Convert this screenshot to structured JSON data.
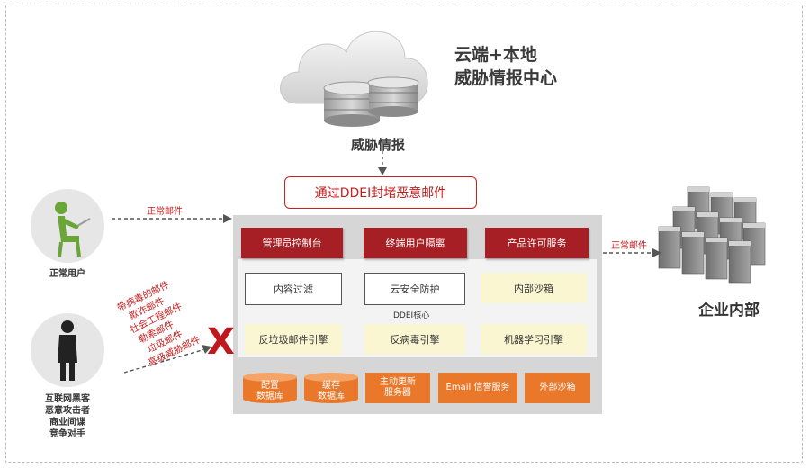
{
  "cloud": {
    "title_line1": "云端+本地",
    "title_line2": "威胁情报中心",
    "label": "威胁情报"
  },
  "block_banner": "通过DDEI封堵恶意邮件",
  "core": {
    "top_buttons": [
      "管理员控制台",
      "终端用户隔离",
      "产品许可服务"
    ],
    "row1": [
      "内容过滤",
      "云安全防护",
      "内部沙箱"
    ],
    "core_label": "DDEI核心",
    "row2": [
      "反垃圾邮件引擎",
      "反病毒引擎",
      "机器学习引擎"
    ],
    "databases": [
      {
        "line1": "配置",
        "line2": "数据库"
      },
      {
        "line1": "缓存",
        "line2": "数据库"
      }
    ],
    "services": [
      {
        "line1": "主动更新",
        "line2": "服务器"
      },
      {
        "line1": "Email 信誉服务",
        "line2": ""
      },
      {
        "line1": "外部沙箱",
        "line2": ""
      }
    ]
  },
  "normal_user": {
    "label": "正常用户",
    "mail_label": "正常邮件"
  },
  "attacker": {
    "labels": [
      "互联网黑客",
      "恶意攻击者",
      "商业间谍",
      "竞争对手"
    ],
    "threats": [
      "带病毒的邮件",
      "欺诈邮件",
      "社会工程邮件",
      "勒索邮件",
      "垃圾邮件",
      "高级威胁邮件"
    ],
    "block_mark": "X"
  },
  "enterprise": {
    "label": "企业内部",
    "mail_label": "正常邮件"
  },
  "colors": {
    "dark_red": "#a51f24",
    "red_text": "#c61d1d",
    "orange": "#e9782b",
    "yellow": "#fbf6d2",
    "core_gray": "#d6d6d6"
  }
}
